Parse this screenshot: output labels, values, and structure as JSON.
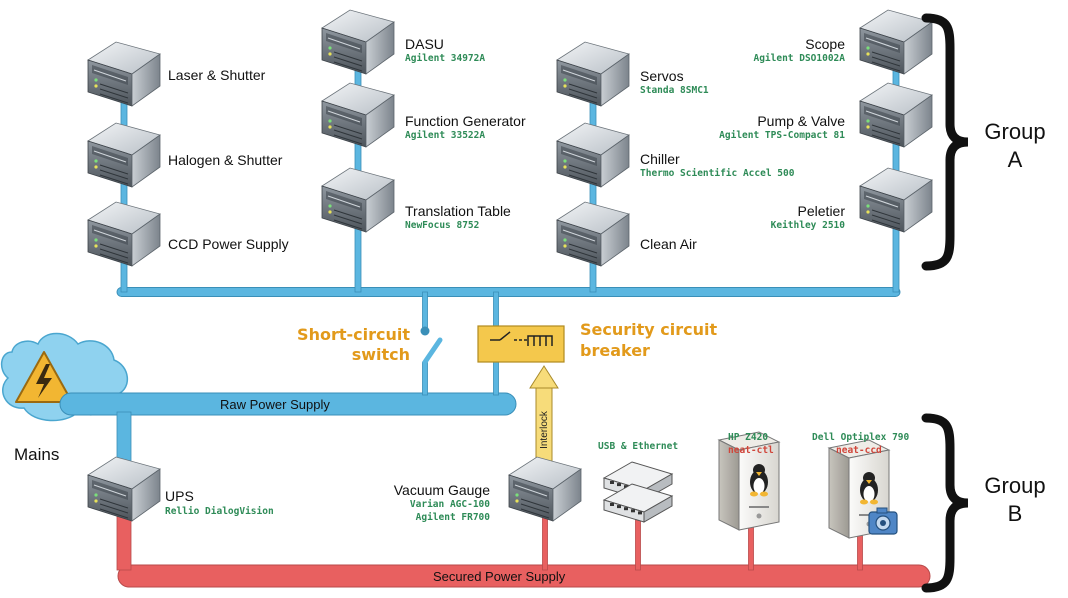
{
  "devices": {
    "laser": {
      "label": "Laser & Shutter"
    },
    "halogen": {
      "label": "Halogen & Shutter"
    },
    "ccd_ps": {
      "label": "CCD Power Supply"
    },
    "dasu": {
      "label": "DASU",
      "model": "Agilent 34972A"
    },
    "function_gen": {
      "label": "Function Generator",
      "model": "Agilent 33522A"
    },
    "translation": {
      "label": "Translation Table",
      "model": "NewFocus 8752"
    },
    "servos": {
      "label": "Servos",
      "model": "Standa 8SMC1"
    },
    "chiller": {
      "label": "Chiller",
      "model": "Thermo Scientific Accel 500"
    },
    "clean_air": {
      "label": "Clean Air"
    },
    "scope": {
      "label": "Scope",
      "model": "Agilent DSO1002A"
    },
    "pump_valve": {
      "label": "Pump & Valve",
      "model": "Agilent TPS-Compact 81"
    },
    "peltier": {
      "label": "Peletier",
      "model": "Keithley 2510"
    },
    "ups": {
      "label": "UPS",
      "model": "Rellio DialogVision"
    },
    "vacuum_gauge": {
      "label": "Vacuum Gauge",
      "model_1": "Varian AGC-100",
      "model_2": "Agilent FR700"
    },
    "usb_ethernet": {
      "label": "USB & Ethernet"
    },
    "hp": {
      "label": "HP Z420",
      "host": "neat-ctl"
    },
    "dell": {
      "label": "Dell Optiplex 790",
      "host": "neat-ccd"
    }
  },
  "power": {
    "raw": "Raw Power Supply",
    "secured": "Secured Power Supply",
    "mains": "Mains",
    "interlock": "Interlock",
    "short_circuit_1": "Short-circuit",
    "short_circuit_2": "switch",
    "breaker_1": "Security circuit",
    "breaker_2": "breaker"
  },
  "groups": {
    "a_1": "Group",
    "a_2": "A",
    "b_1": "Group",
    "b_2": "B"
  },
  "colors": {
    "blue_bus": "#5bb6e0",
    "red_bus": "#e86060",
    "accent_orange": "#e29a1b",
    "model_green": "#2e8b57",
    "host_red": "#d0453a"
  }
}
